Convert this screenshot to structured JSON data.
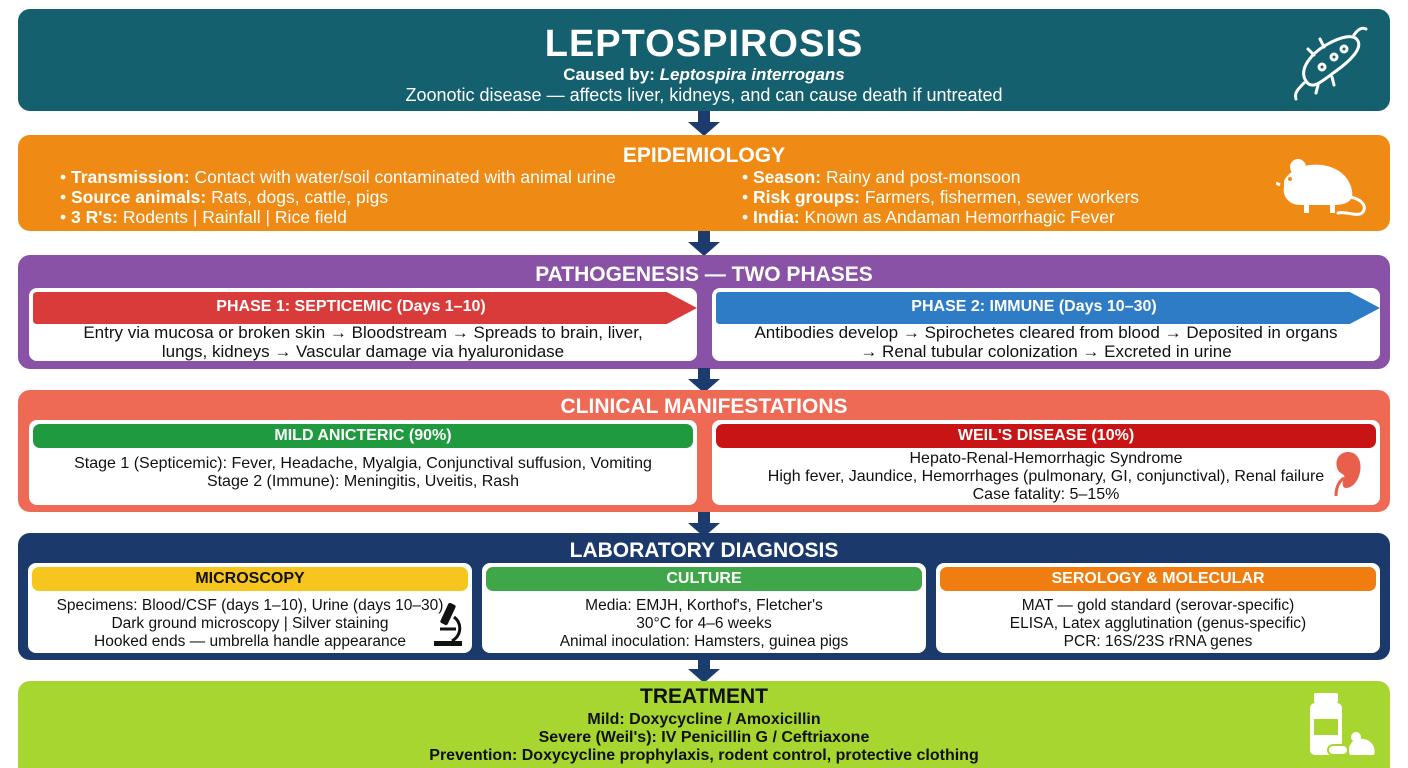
{
  "header": {
    "title": "LEPTOSPIROSIS",
    "cause_label": "Caused by: ",
    "cause_organism": "Leptospira interrogans",
    "description": "Zoonotic disease — affects liver, kidneys, and can cause death if untreated",
    "icon": "bacterium-icon"
  },
  "epidemiology": {
    "title": "EPIDEMIOLOGY",
    "left": [
      {
        "label": "Transmission:",
        "text": " Contact with water/soil contaminated with animal urine"
      },
      {
        "label": "Source animals:",
        "text": " Rats, dogs, cattle, pigs"
      },
      {
        "label": "3 R's:",
        "text": " Rodents | Rainfall | Rice field"
      }
    ],
    "right": [
      {
        "label": "Season:",
        "text": " Rainy and post-monsoon"
      },
      {
        "label": "Risk groups:",
        "text": " Farmers, fishermen, sewer workers"
      },
      {
        "label": "India:",
        "text": " Known as Andaman Hemorrhagic Fever"
      }
    ],
    "icon": "rat-icon"
  },
  "pathogenesis": {
    "title": "PATHOGENESIS — TWO PHASES",
    "phase1": {
      "label": "PHASE 1: SEPTICEMIC (Days 1–10)",
      "line1": "Entry via mucosa or broken skin → Bloodstream → Spreads to brain, liver,",
      "line2": "lungs, kidneys → Vascular damage via hyaluronidase",
      "color": "#d93a3a"
    },
    "phase2": {
      "label": "PHASE 2: IMMUNE (Days 10–30)",
      "line1": "Antibodies develop → Spirochetes cleared from blood → Deposited in organs",
      "line2": "→ Renal tubular colonization → Excreted in urine",
      "color": "#2f7cc6"
    }
  },
  "clinical": {
    "title": "CLINICAL MANIFESTATIONS",
    "mild": {
      "label": "MILD ANICTERIC (90%)",
      "line1": "Stage 1 (Septicemic): Fever, Headache, Myalgia, Conjunctival suffusion, Vomiting",
      "line2": "Stage 2 (Immune): Meningitis, Uveitis, Rash",
      "color": "#1f9a3e"
    },
    "weil": {
      "label": "WEIL'S DISEASE (10%)",
      "line1": "Hepato-Renal-Hemorrhagic Syndrome",
      "line2": "High fever, Jaundice, Hemorrhages (pulmonary, GI, conjunctival), Renal failure",
      "line3": "Case fatality: 5–15%",
      "color": "#c81414",
      "icon": "kidney-icon"
    }
  },
  "laboratory": {
    "title": "LABORATORY DIAGNOSIS",
    "microscopy": {
      "label": "MICROSCOPY",
      "lines": [
        "Specimens: Blood/CSF (days 1–10), Urine (days 10–30)",
        "Dark ground microscopy | Silver staining",
        "Hooked ends — umbrella handle appearance"
      ],
      "color": "#f6c51e",
      "icon": "microscope-icon"
    },
    "culture": {
      "label": "CULTURE",
      "lines": [
        "Media: EMJH, Korthof's, Fletcher's",
        "30°C for 4–6 weeks",
        "Animal inoculation: Hamsters, guinea pigs"
      ],
      "color": "#3fa64a"
    },
    "serology": {
      "label": "SEROLOGY & MOLECULAR",
      "lines": [
        "MAT — gold standard (serovar-specific)",
        "ELISA, Latex agglutination (genus-specific)",
        "PCR: 16S/23S rRNA genes"
      ],
      "color": "#ef7d10"
    }
  },
  "treatment": {
    "title": "TREATMENT",
    "lines": [
      "Mild: Doxycycline / Amoxicillin",
      "Severe (Weil's): IV Penicillin G / Ceftriaxone",
      "Prevention: Doxycycline prophylaxis, rodent control, protective clothing"
    ],
    "icon": "medicine-bottle-icon"
  }
}
